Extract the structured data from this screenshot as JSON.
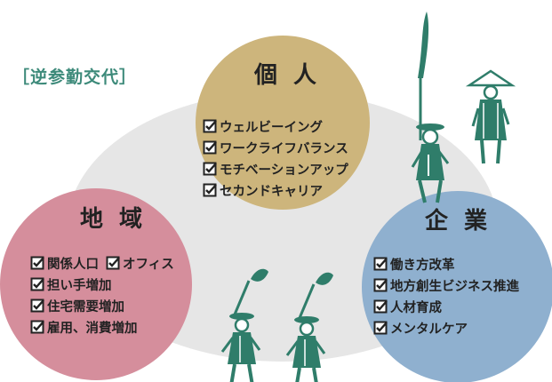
{
  "tag_label": "［逆参勤交代］",
  "colors": {
    "ellipse": "#e6e6e6",
    "individual": "#cdb57c",
    "region": "#d58e9c",
    "company": "#8fb0cf",
    "figure": "#2f7d6a",
    "tag": "#3d8a7a"
  },
  "circles": {
    "individual": {
      "title": "個人",
      "items": [
        "ウェルビーイング",
        "ワークライフバランス",
        "モチベーションアップ",
        "セカンドキャリア"
      ]
    },
    "region": {
      "title": "地域",
      "items_row1": [
        "関係人口",
        "オフィス"
      ],
      "items": [
        "担い手増加",
        "住宅需要増加",
        "雇用、消費増加"
      ]
    },
    "company": {
      "title": "企業",
      "items": [
        "働き方改革",
        "地方創生ビジネス推進",
        "人材育成",
        "メンタルケア"
      ]
    }
  },
  "icons": [
    "checkbox-icon",
    "samurai-figure-icon",
    "daimyo-procession-icon"
  ]
}
